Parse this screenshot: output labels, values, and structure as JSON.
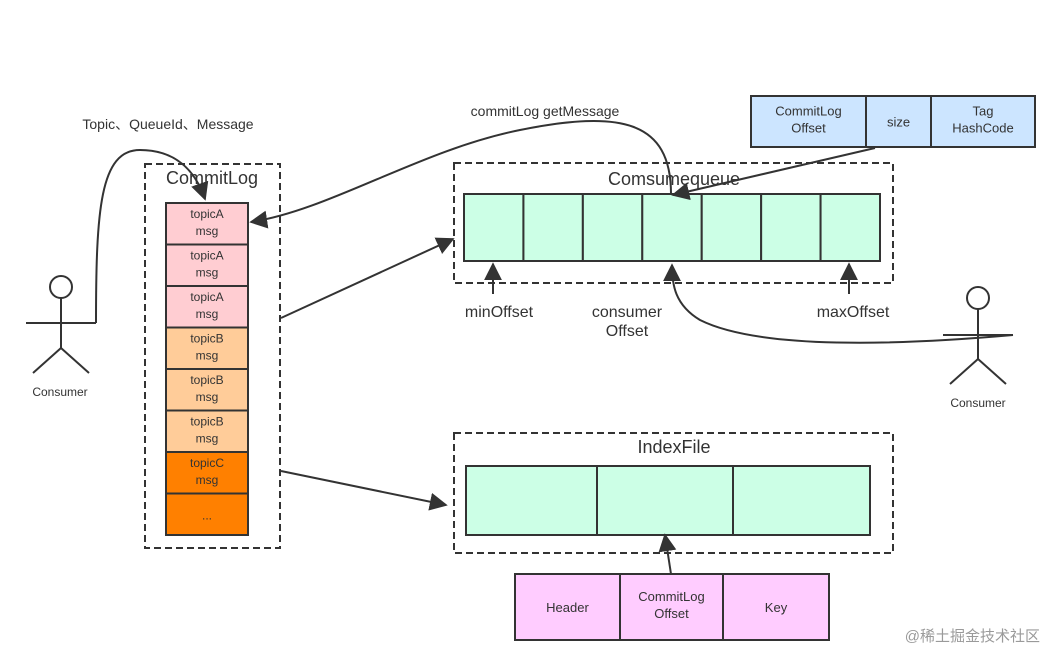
{
  "consumer_left": {
    "label": "Consumer"
  },
  "consumer_right": {
    "label": "Consumer"
  },
  "top_left_note": "Topic、QueueId、Message",
  "get_message_note": "commitLog getMessage",
  "commitlog": {
    "title": "CommitLog",
    "cells": [
      {
        "line1": "topicA",
        "line2": "msg",
        "color": "#ffcdd2"
      },
      {
        "line1": "topicA",
        "line2": "msg",
        "color": "#ffcdd2"
      },
      {
        "line1": "topicA",
        "line2": "msg",
        "color": "#ffcdd2"
      },
      {
        "line1": "topicB",
        "line2": "msg",
        "color": "#ffcc99"
      },
      {
        "line1": "topicB",
        "line2": "msg",
        "color": "#ffcc99"
      },
      {
        "line1": "topicB",
        "line2": "msg",
        "color": "#ffcc99"
      },
      {
        "line1": "topicC",
        "line2": "msg",
        "color": "#ff8000"
      },
      {
        "line1": "...",
        "line2": "",
        "color": "#ff8000"
      }
    ]
  },
  "consumequeue": {
    "title": "Comsumequeue",
    "cell_count": 7,
    "cell_color": "#ccffe6",
    "min_offset": "minOffset",
    "consumer_offset_line1": "consumer",
    "consumer_offset_line2": "Offset",
    "max_offset": "maxOffset"
  },
  "cq_entry": {
    "color": "#cce5ff",
    "fields": [
      {
        "line1": "CommitLog",
        "line2": "Offset"
      },
      {
        "line1": "size",
        "line2": ""
      },
      {
        "line1": "Tag",
        "line2": "HashCode"
      }
    ]
  },
  "indexfile": {
    "title": "IndexFile",
    "cell_count": 3,
    "cell_color": "#ccffe6"
  },
  "index_entry": {
    "color": "#ffccff",
    "fields": [
      {
        "line1": "Header",
        "line2": ""
      },
      {
        "line1": "CommitLog",
        "line2": "Offset"
      },
      {
        "line1": "Key",
        "line2": ""
      }
    ]
  },
  "watermark": "@稀土掘金技术社区"
}
